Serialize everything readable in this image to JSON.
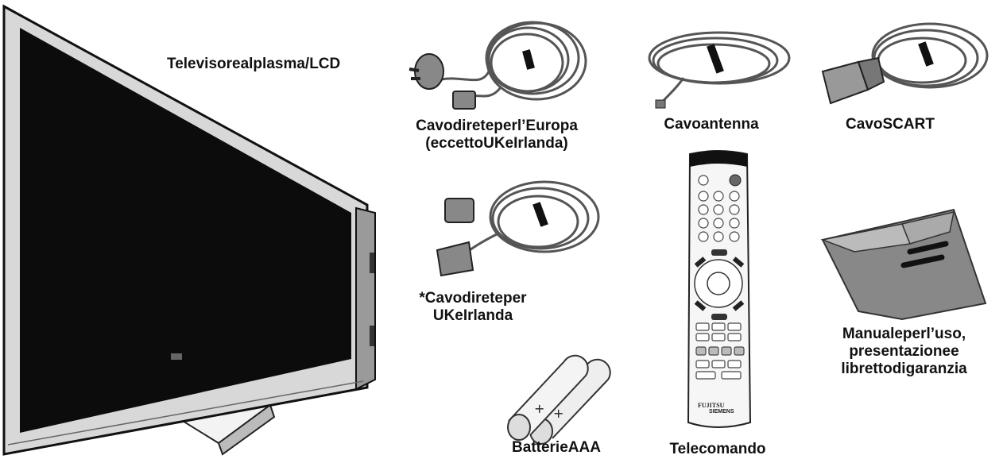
{
  "items": {
    "tv": {
      "label": "Televisorealplasma/LCD"
    },
    "eu_cable": {
      "line1": "Cavodireteperl’Europa",
      "line2": "(eccettoUKeIrlanda)"
    },
    "antenna": {
      "label": "Cavoantenna"
    },
    "scart": {
      "label": "CavoSCART"
    },
    "uk_cable": {
      "line1": "*Cavodireteper",
      "line2": "UKeIrlanda"
    },
    "remote": {
      "label": "Telecomando",
      "brand1": "FUJITSU",
      "brand2": "SIEMENS"
    },
    "manual": {
      "line1": "Manualeperl’uso,",
      "line2": "presentazionee",
      "line3": "librettodigaranzia"
    },
    "batteries": {
      "label": "BatterieAAA"
    }
  }
}
